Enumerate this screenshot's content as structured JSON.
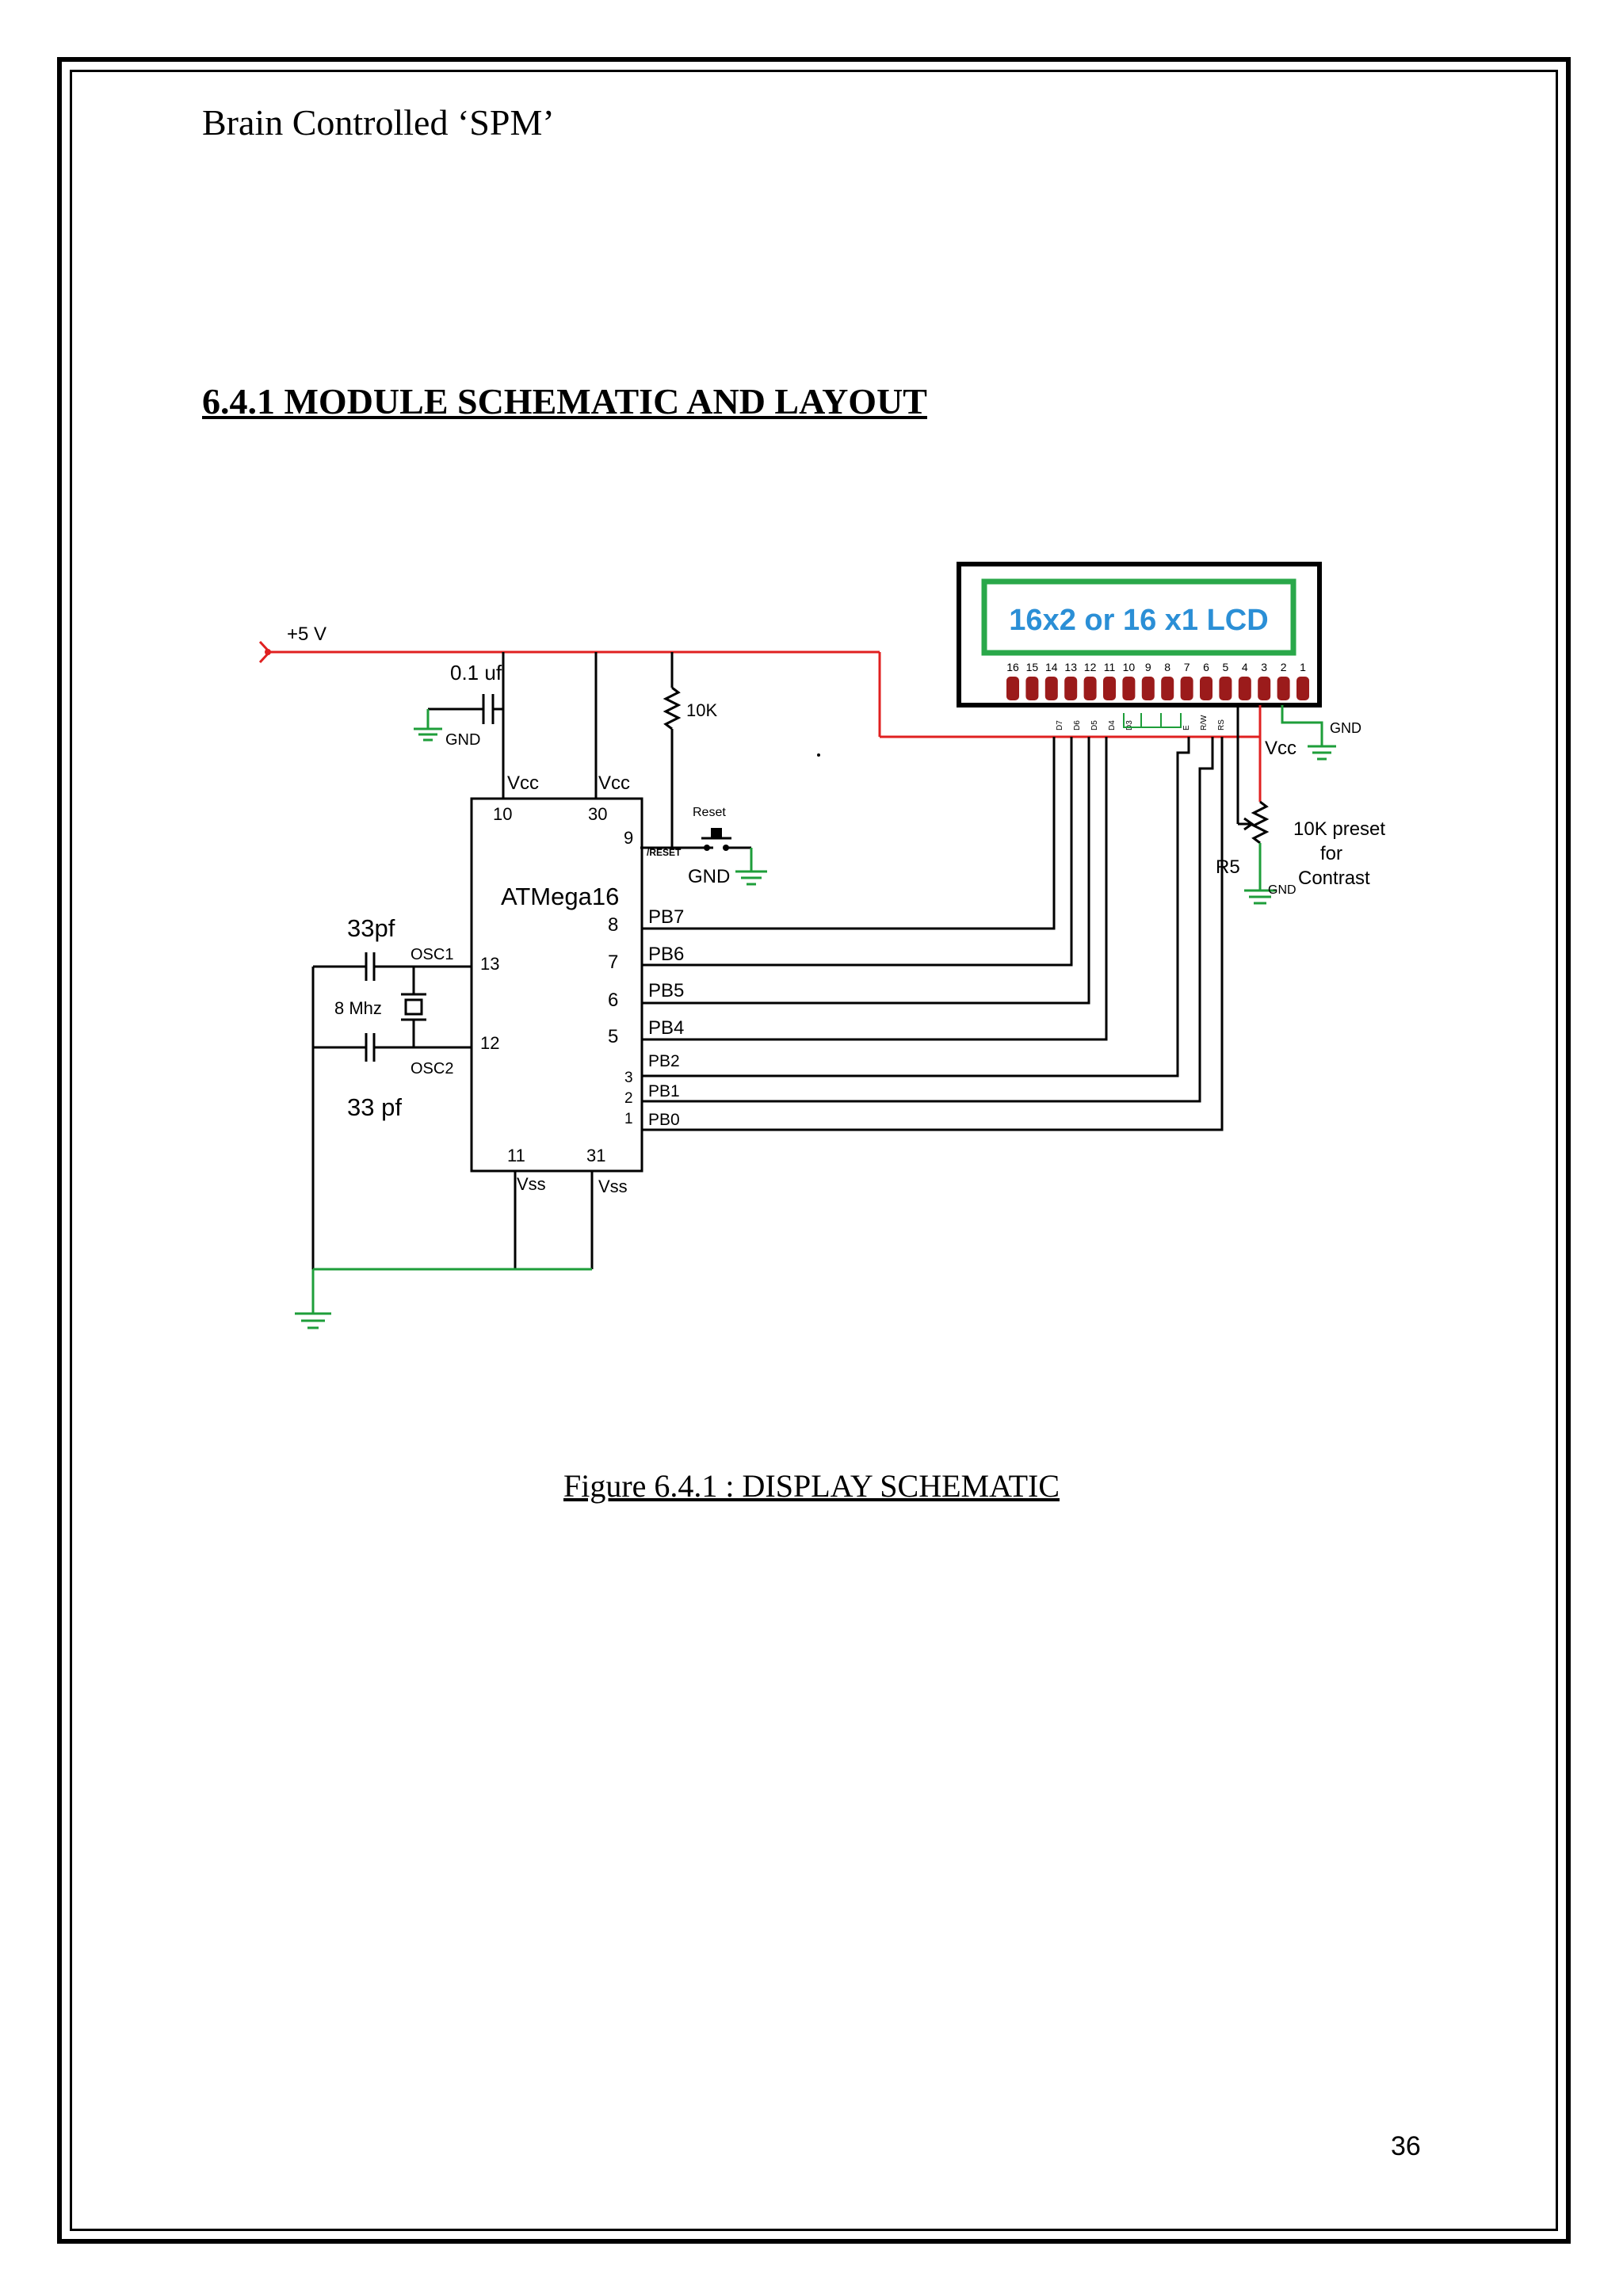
{
  "page": {
    "header": "Brain Controlled ‘SPM’",
    "section_title": "6.4.1 MODULE SCHEMATIC AND LAYOUT",
    "figure_caption": "Figure 6.4.1 : DISPLAY SCHEMATIC",
    "page_number": "36"
  },
  "schematic": {
    "supply_label": "+5 V",
    "cap_label": "0.1 uf",
    "gnd_label": "GND",
    "resistor_10k": "10K",
    "vcc_label": "Vcc",
    "vss_label": "Vss",
    "reset_label": "Reset",
    "reset_pin_label": "/RESET",
    "mcu_name": "ATMega16",
    "cap_top_label": "33pf",
    "cap_bottom_label": "33 pf",
    "crystal_label": "8 Mhz",
    "osc1_label": "OSC1",
    "osc2_label": "OSC2",
    "pin_10": "10",
    "pin_30": "30",
    "pin_9": "9",
    "pin_13": "13",
    "pin_12": "12",
    "pin_11": "11",
    "pin_31": "31",
    "port_pins": [
      {
        "num": "8",
        "name": "PB7"
      },
      {
        "num": "7",
        "name": "PB6"
      },
      {
        "num": "6",
        "name": "PB5"
      },
      {
        "num": "5",
        "name": "PB4"
      },
      {
        "num": "3",
        "name": "PB2"
      },
      {
        "num": "2",
        "name": "PB1"
      },
      {
        "num": "1",
        "name": "PB0"
      }
    ],
    "lcd_title": "16x2 or 16 x1 LCD",
    "lcd_pin_numbers": [
      "16",
      "15",
      "14",
      "13",
      "12",
      "11",
      "10",
      "9",
      "8",
      "7",
      "6",
      "5",
      "4",
      "3",
      "2",
      "1"
    ],
    "lcd_signal_labels": [
      "D7",
      "D6",
      "D5",
      "D4",
      "D3",
      "E",
      "R/W",
      "RS"
    ],
    "preset_label": "R5",
    "preset_desc_1": "10K preset",
    "preset_desc_2": "for",
    "preset_desc_3": "Contrast",
    "colors": {
      "power": "#e02020",
      "ground": "#1e9e3a",
      "lcd_frame": "#2aa84a",
      "lcd_text": "#2b8fd6",
      "lcd_pins": "#9b1b1b",
      "wire": "#000000"
    }
  }
}
